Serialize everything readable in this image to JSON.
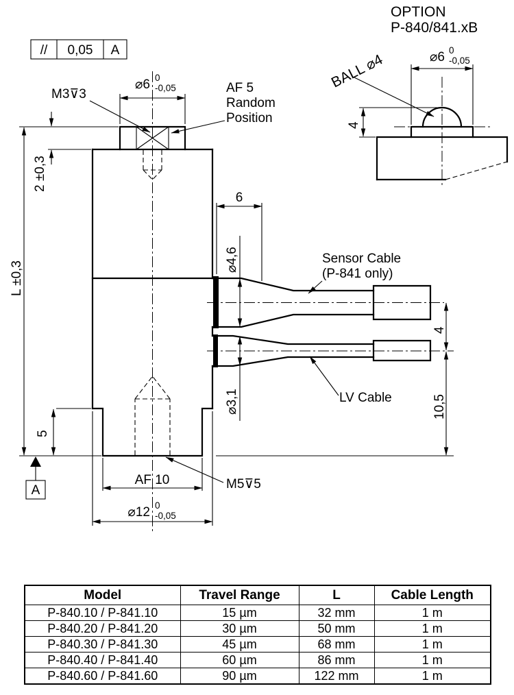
{
  "drawing": {
    "tolerance_frame": {
      "symbol": "//",
      "value": "0,05",
      "datum": "A"
    },
    "labels": {
      "m3": "M3⊽3",
      "af5_1": "AF 5",
      "af5_2": "Random",
      "af5_3": "Position",
      "sensor_cable_1": "Sensor Cable",
      "sensor_cable_2": "(P-841 only)",
      "lv_cable": "LV Cable",
      "m5": "M5⊽5",
      "af10": "AF 10",
      "datum_a": "A"
    },
    "dims": {
      "dia6": "⌀6",
      "dia6_tol_hi": "0",
      "dia6_tol_lo": "-0,05",
      "dim2": "2 ±0,3",
      "dimL": "L ±0,3",
      "dim6": "6",
      "dia46": "⌀4,6",
      "dim4": "4",
      "dia31": "⌀3,1",
      "dim105": "10,5",
      "dim5": "5",
      "dia12": "⌀12",
      "dia12_tol_hi": "0",
      "dia12_tol_lo": "-0,05"
    },
    "option": {
      "title": "OPTION",
      "subtitle": "P-840/841.xB",
      "ball": "BALL ⌀4",
      "dia6": "⌀6",
      "tol_hi": "0",
      "tol_lo": "-0,05",
      "dim4": "4"
    }
  },
  "table": {
    "headers": [
      "Model",
      "Travel Range",
      "L",
      "Cable Length"
    ],
    "rows": [
      [
        "P-840.10 / P-841.10",
        "15 µm",
        "32 mm",
        "1 m"
      ],
      [
        "P-840.20 / P-841.20",
        "30 µm",
        "50 mm",
        "1 m"
      ],
      [
        "P-840.30 / P-841.30",
        "45 µm",
        "68 mm",
        "1 m"
      ],
      [
        "P-840.40 / P-841.40",
        "60 µm",
        "86 mm",
        "1 m"
      ],
      [
        "P-840.60 / P-841.60",
        "90 µm",
        "122 mm",
        "1 m"
      ]
    ]
  }
}
